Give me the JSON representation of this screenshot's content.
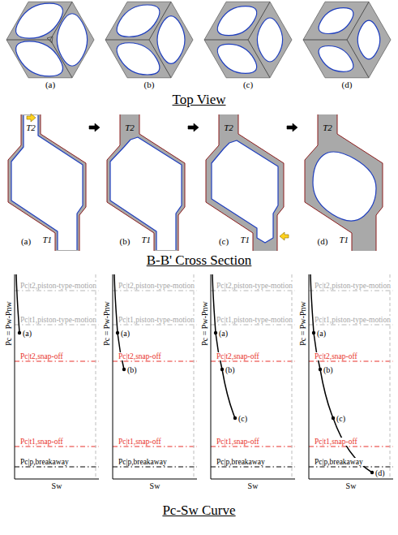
{
  "diagram": {
    "labels": [
      "(a)",
      "(b)",
      "(c)",
      "(d)",
      "Top View",
      "T2",
      "T1",
      "(a)",
      "T2",
      "T1",
      "(b)",
      "T2",
      "T1",
      "(c)",
      "T2",
      "T1",
      "(d)",
      "B-B' Cross Section",
      "Pc = Pw-Pnw",
      "Sw",
      "Pc|t2,piston-type-motion",
      "Pc|t1,piston-type-motion",
      "Pc|t2,snap-off",
      "Pc|t1,snap-off",
      "Pc|p,breakaway",
      "(a)",
      "Pc = Pw-Pnw",
      "Sw",
      "Pc|t2,piston-type-motion",
      "Pc|t1,piston-type-motion",
      "Pc|t2,snap-off",
      "Pc|t1,snap-off",
      "Pc|p,breakaway",
      "(a)",
      "(b)",
      "Pc = Pw-Pnw",
      "Sw",
      "Pc|t2,piston-type-motion",
      "Pc|t1,piston-type-motion",
      "Pc|t2,snap-off",
      "Pc|t1,snap-off",
      "Pc|p,breakaway",
      "(a)",
      "(b)",
      "(c)",
      "Pc = Pw-Pnw",
      "Sw",
      "Pc|t2,piston-type-motion",
      "Pc|t1,piston-type-motion",
      "Pc|t2,snap-off",
      "Pc|t1,snap-off",
      "Pc|p,breakaway",
      "(a)",
      "(b)",
      "(c)",
      "(d)",
      "Pc-Sw Curve"
    ]
  }
}
